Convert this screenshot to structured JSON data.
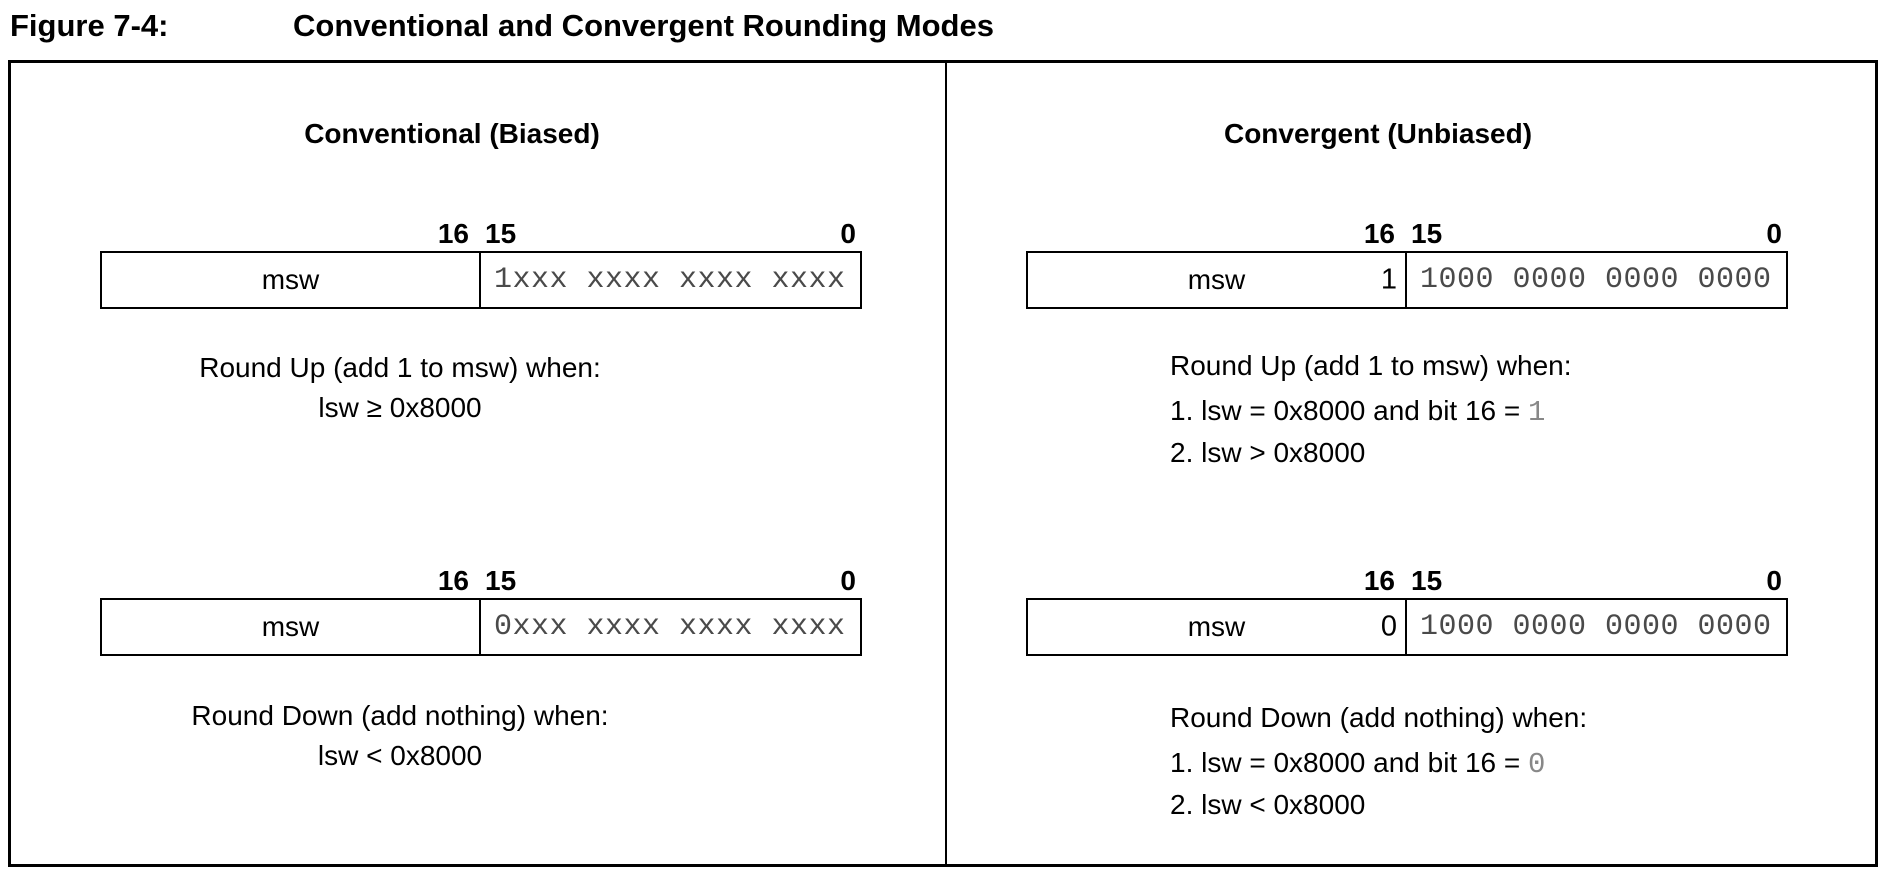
{
  "figure": {
    "label": "Figure 7-4:",
    "title": "Conventional and Convergent Rounding Modes"
  },
  "conventional": {
    "heading": "Conventional (Biased)",
    "register_up": {
      "bit16_label": "16",
      "bit15_label": "15",
      "bit0_label": "0",
      "msw": "msw",
      "lsw": "1xxx xxxx xxxx xxxx"
    },
    "round_up": {
      "caption": "Round Up (add 1 to msw) when:",
      "condition": "lsw ≥ 0x8000"
    },
    "register_down": {
      "bit16_label": "16",
      "bit15_label": "15",
      "bit0_label": "0",
      "msw": "msw",
      "lsw": "0xxx xxxx xxxx xxxx"
    },
    "round_down": {
      "caption": "Round Down (add nothing) when:",
      "condition": "lsw < 0x8000"
    }
  },
  "convergent": {
    "heading": "Convergent (Unbiased)",
    "register_up": {
      "bit16_label": "16",
      "bit15_label": "15",
      "bit0_label": "0",
      "msw": "msw",
      "bit16_value": "1",
      "lsw": "1000 0000 0000 0000"
    },
    "round_up": {
      "caption": "Round Up (add 1 to msw) when:",
      "item1_text": "1. lsw = 0x8000 and bit 16 = ",
      "item1_bit": "1",
      "item2": "2. lsw > 0x8000"
    },
    "register_down": {
      "bit16_label": "16",
      "bit15_label": "15",
      "bit0_label": "0",
      "msw": "msw",
      "bit16_value": "0",
      "lsw": "1000 0000 0000 0000"
    },
    "round_down": {
      "caption": "Round Down (add nothing) when:",
      "item1_text": "1. lsw = 0x8000 and bit 16 = ",
      "item1_bit": "0",
      "item2": "2. lsw < 0x8000"
    }
  }
}
